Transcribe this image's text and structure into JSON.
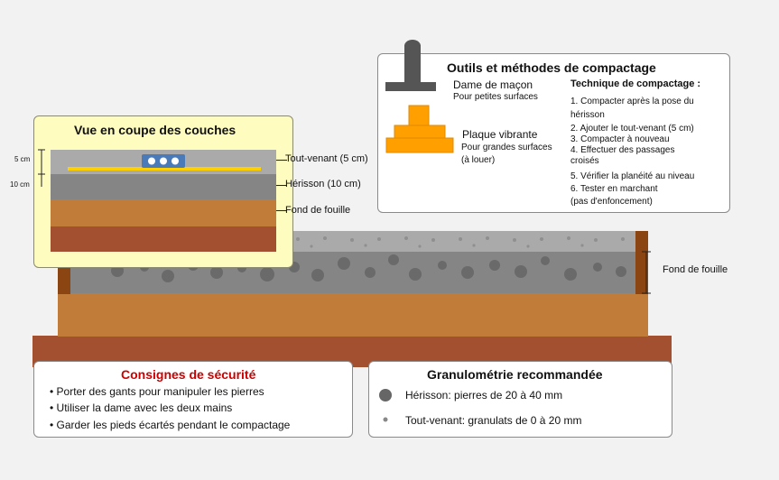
{
  "colors": {
    "background": "#f2f2f2",
    "tout_venant": "#aaaaaa",
    "herisson": "#858585",
    "fond_clay": "#c07c38",
    "fond_deep": "#a35030",
    "accent_orange": "#ffa000",
    "accent_blue": "#4a7ab8",
    "safety_red": "#cc0000",
    "callout_bg": "#fffcc0"
  },
  "scene": {
    "fond_label": "Fond de fouille"
  },
  "tools": {
    "title": "Outils et méthodes de compactage",
    "dame_title": "Dame de maçon",
    "dame_sub": "Pour petites surfaces",
    "plaque_title": "Plaque vibrante",
    "plaque_sub1": "Pour grandes surfaces",
    "plaque_sub2": "(à louer)",
    "technique_title": "Technique de compactage :",
    "steps": [
      "1. Compacter après la pose du",
      "hérisson",
      "2. Ajouter le tout-venant (5 cm)",
      "3. Compacter à nouveau",
      "4. Effectuer des passages",
      "croisés",
      "5. Vérifier la planéité au niveau",
      "6. Tester en marchant",
      "(pas d'enfoncement)"
    ]
  },
  "section": {
    "title": "Vue en coupe des couches",
    "dim_top": "5 cm",
    "dim_bottom": "10 cm",
    "label_tout_venant": "Tout-venant (5 cm)",
    "label_herisson": "Hérisson (10 cm)",
    "label_fond": "Fond de fouille"
  },
  "safety": {
    "title": "Consignes de sécurité",
    "items": [
      "• Porter des gants pour manipuler les pierres",
      "• Utiliser la dame avec les deux mains",
      "• Garder les pieds écartés pendant le compactage"
    ]
  },
  "granulometry": {
    "title": "Granulométrie recommandée",
    "herisson": "Hérisson: pierres de 20 à 40 mm",
    "tout_venant": "Tout-venant: granulats de 0 à 20 mm"
  }
}
